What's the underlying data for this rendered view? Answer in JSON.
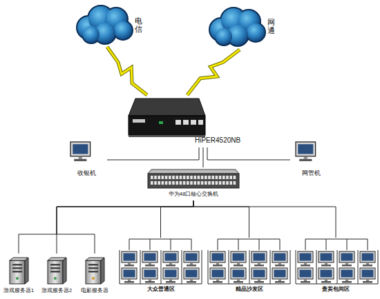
{
  "diagram": {
    "nodes": [
      {
        "text": [
          "电信"
        ]
      },
      {
        "text": [
          "网通"
        ]
      },
      {
        "text": [
          "HiPER4520NB"
        ]
      },
      {
        "text": [
          "收银机"
        ]
      },
      {
        "text": [
          "网管机"
        ]
      },
      {
        "text": [
          "华为48口核心交换机"
        ]
      },
      {
        "text": [
          "游戏服务器1"
        ]
      },
      {
        "text": [
          "游戏服务器2"
        ]
      },
      {
        "text": [
          "电影服务器"
        ]
      },
      {
        "text": [
          "大众普通区"
        ]
      },
      {
        "text": [
          "精品沙发区"
        ]
      },
      {
        "text": [
          "贵宾包间区"
        ]
      }
    ],
    "edges": [
      {
        "from": 0,
        "to": 2,
        "arrow": "none"
      },
      {
        "from": 1,
        "to": 2,
        "arrow": "none"
      },
      {
        "from": 2,
        "to": 3,
        "arrow": "none"
      },
      {
        "from": 2,
        "to": 4,
        "arrow": "none"
      },
      {
        "from": 2,
        "to": 5,
        "arrow": "none"
      },
      {
        "from": 5,
        "to": 6,
        "arrow": "none"
      },
      {
        "from": 5,
        "to": 7,
        "arrow": "none"
      },
      {
        "from": 5,
        "to": 8,
        "arrow": "none"
      },
      {
        "from": 5,
        "to": 9,
        "arrow": "none"
      },
      {
        "from": 5,
        "to": 10,
        "arrow": "none"
      },
      {
        "from": 5,
        "to": 11,
        "arrow": "none"
      }
    ]
  }
}
